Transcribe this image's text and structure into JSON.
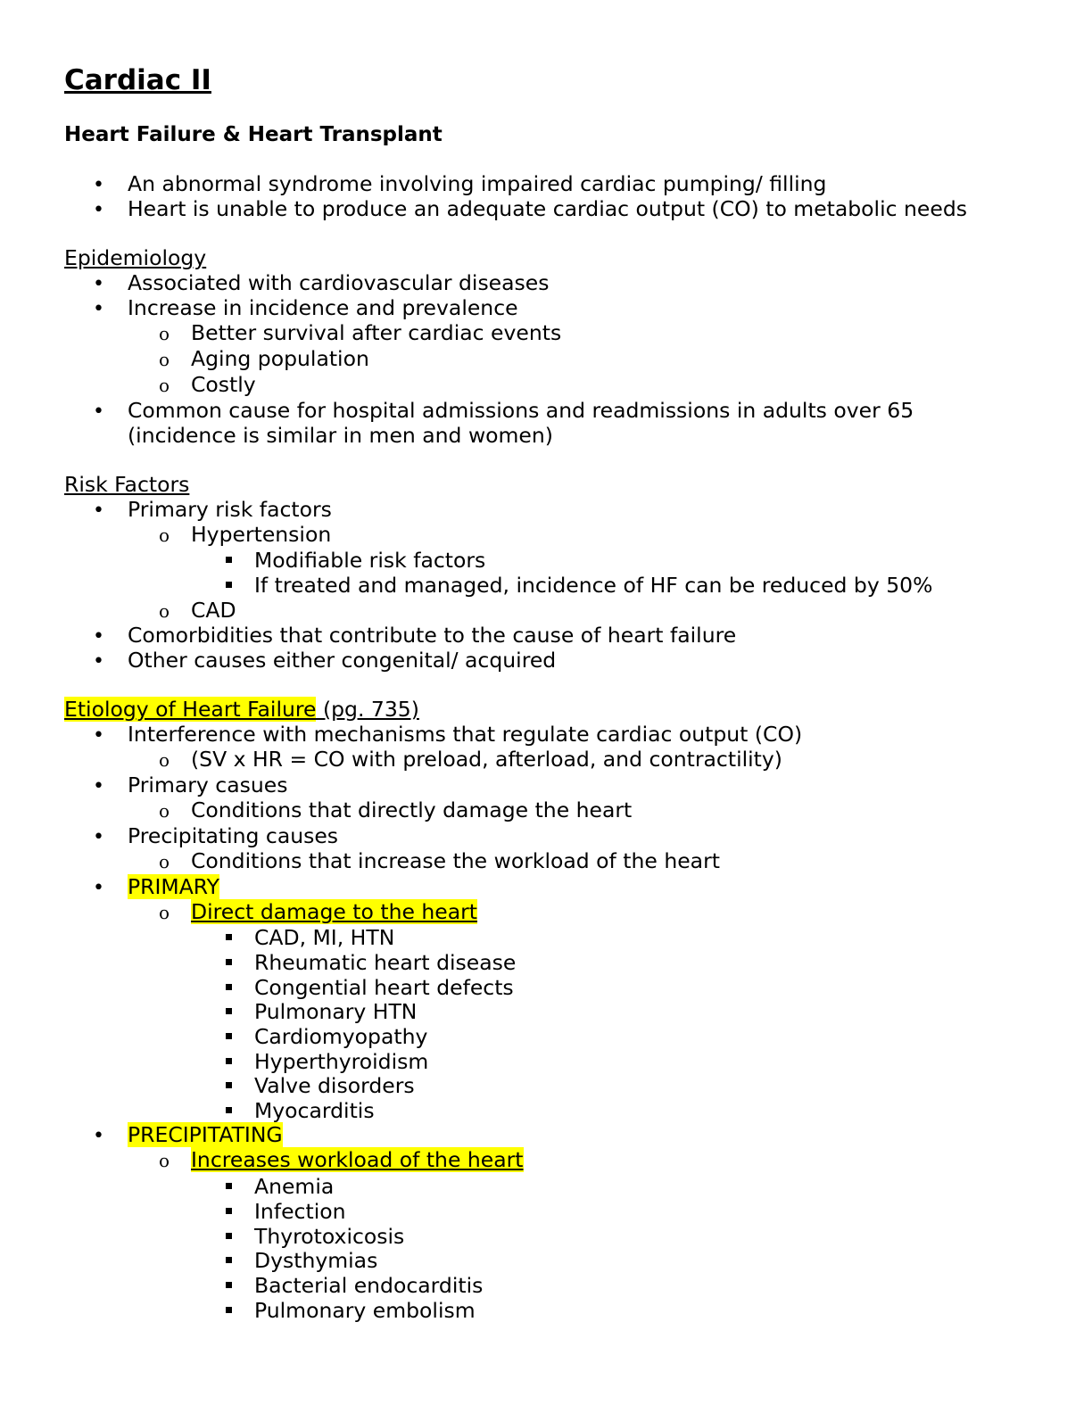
{
  "doc": {
    "title": "Cardiac II",
    "subtitle": "Heart Failure & Heart Transplant",
    "intro": [
      "An abnormal syndrome involving impaired cardiac pumping/ filling",
      "Heart is unable to produce an adequate cardiac output (CO) to metabolic needs"
    ],
    "epidemiology": {
      "heading": "Epidemiology ",
      "b1": "Associated with cardiovascular diseases",
      "b2": "Increase in incidence and prevalence",
      "b2_sub": [
        "Better survival after cardiac events",
        "Aging population",
        "Costly"
      ],
      "b3_line1": "Common cause for hospital admissions and readmissions in adults over 65",
      "b3_line2": "(incidence is similar in men and women)"
    },
    "risk": {
      "heading": "Risk Factors",
      "primary": "Primary risk factors",
      "hypertension": "Hypertension",
      "htn_sub": [
        "Modifiable risk factors",
        "If treated and managed, incidence of HF can be reduced by 50%"
      ],
      "cad": "CAD",
      "comorbid": "Comorbidities that contribute to the cause of heart failure",
      "other": "Other causes either congenital/ acquired"
    },
    "etiology": {
      "heading_hl": "Etiology of Heart Failure",
      "heading_rest": " (pg. 735)",
      "interference": "Interference with mechanisms that regulate cardiac output (CO)",
      "sv": "(SV x HR = CO with preload, afterload, and contractility)",
      "primary_causes": "Primary casues",
      "primary_causes_sub": "Conditions that directly damage the heart",
      "precip_causes": "Precipitating causes",
      "precip_causes_sub": "Conditions that increase the workload of the heart",
      "primary_label": "PRIMARY",
      "direct_damage": "Direct damage to the heart",
      "direct_list": [
        "CAD, MI, HTN",
        "Rheumatic heart disease",
        "Congential heart defects",
        "Pulmonary HTN",
        "Cardiomyopathy",
        "Hyperthyroidism",
        "Valve disorders",
        "Myocarditis"
      ],
      "precip_label": "PRECIPITATING",
      "workload": "Increases workload of the heart",
      "workload_list": [
        "Anemia",
        "Infection",
        "Thyrotoxicosis",
        "Dysthymias",
        "Bacterial endocarditis",
        "Pulmonary embolism"
      ]
    }
  },
  "markers": {
    "bullet": "•",
    "circle": "o"
  },
  "colors": {
    "highlight": "#ffff00",
    "text": "#000000"
  }
}
